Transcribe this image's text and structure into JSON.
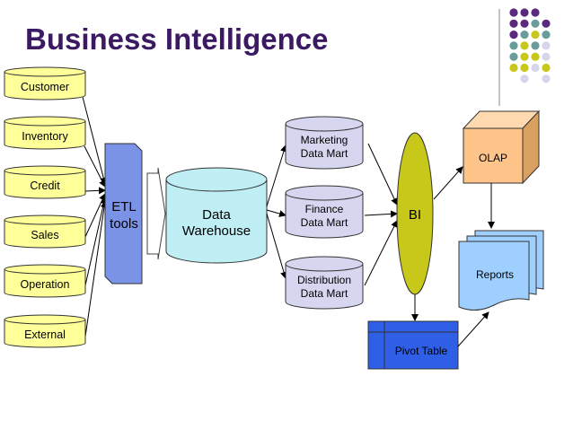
{
  "title": "Business Intelligence",
  "sources": [
    "Customer",
    "Inventory",
    "Credit",
    "Sales",
    "Operation",
    "External"
  ],
  "etl": {
    "line1": "ETL",
    "line2": "tools"
  },
  "warehouse": {
    "line1": "Data",
    "line2": "Warehouse"
  },
  "marts": [
    {
      "line1": "Marketing",
      "line2": "Data Mart"
    },
    {
      "line1": "Finance",
      "line2": "Data Mart"
    },
    {
      "line1": "Distribution",
      "line2": "Data Mart"
    }
  ],
  "bi": "BI",
  "olap": "OLAP",
  "reports": "Reports",
  "pivot_table": "Pivot Table",
  "colors": {
    "title": "#3b1a63",
    "source_fill": "#ffff99",
    "etl_fill": "#7b93e6",
    "warehouse_fill": "#bfeff5",
    "mart_fill": "#d6d6f0",
    "bi_fill": "#c8c81a",
    "olap_fill": "#ffc48a",
    "reports_fill": "#9fcfff",
    "pivot_fill": "#2f5fe6",
    "dot_purple": "#5b2a7e",
    "dot_teal": "#6a9c9c",
    "dot_olive": "#c8c81a",
    "dot_lavender": "#d6d6ea"
  }
}
